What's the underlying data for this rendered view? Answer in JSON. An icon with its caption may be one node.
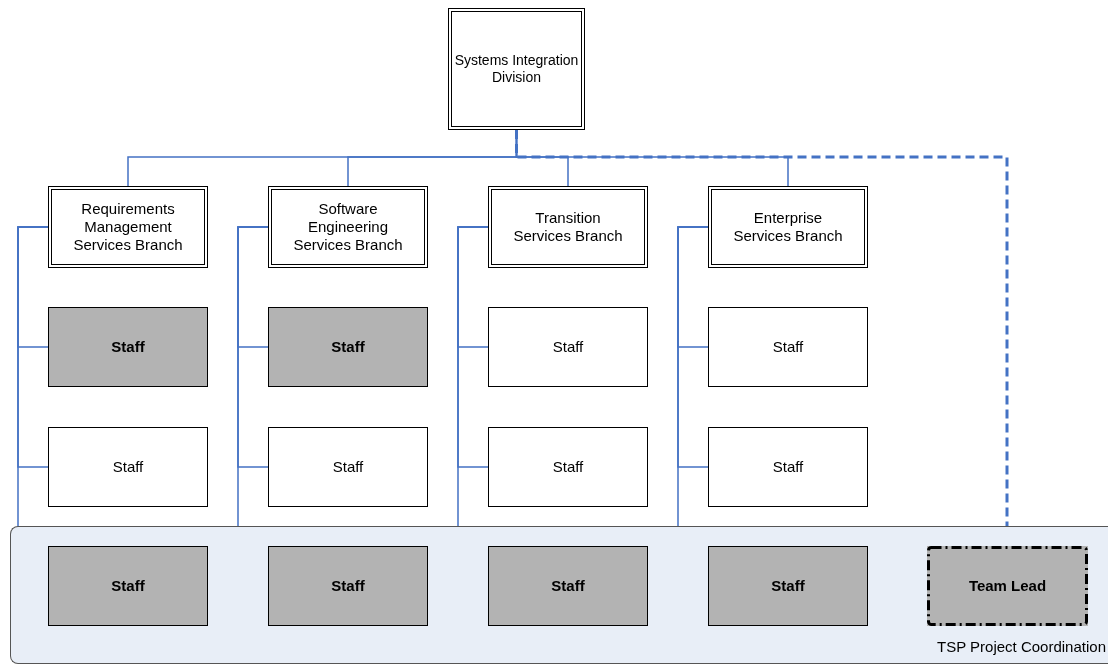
{
  "diagram": {
    "nodes": [
      {
        "text": [
          "Systems Integration Division"
        ]
      },
      {
        "text": [
          "Requirements Management Services Branch"
        ]
      },
      {
        "text": [
          "Software Engineering Services Branch"
        ]
      },
      {
        "text": [
          "Transition Services Branch"
        ]
      },
      {
        "text": [
          "Enterprise Services Branch"
        ]
      },
      {
        "text": [
          "Staff"
        ]
      },
      {
        "text": [
          "Staff"
        ]
      },
      {
        "text": [
          "Staff"
        ]
      },
      {
        "text": [
          "Staff"
        ]
      },
      {
        "text": [
          "Staff"
        ]
      },
      {
        "text": [
          "Staff"
        ]
      },
      {
        "text": [
          "Staff"
        ]
      },
      {
        "text": [
          "Staff"
        ]
      },
      {
        "text": [
          "TSP Project Coordination"
        ]
      },
      {
        "text": [
          "Staff"
        ],
        "in": 13
      },
      {
        "text": [
          "Staff"
        ],
        "in": 13
      },
      {
        "text": [
          "Staff"
        ],
        "in": 13
      },
      {
        "text": [
          "Staff"
        ],
        "in": 13
      },
      {
        "text": [
          "Team Lead"
        ],
        "in": 13
      }
    ],
    "edges": [
      {
        "from": 0,
        "to": 1,
        "arrow": "none"
      },
      {
        "from": 0,
        "to": 2,
        "arrow": "none"
      },
      {
        "from": 0,
        "to": 3,
        "arrow": "none"
      },
      {
        "from": 0,
        "to": 4,
        "arrow": "none"
      },
      {
        "from": 0,
        "to": 13,
        "arrow": "none",
        "style": "dashed"
      },
      {
        "from": 1,
        "to": 5,
        "arrow": "none"
      },
      {
        "from": 1,
        "to": 9,
        "arrow": "none"
      },
      {
        "from": 1,
        "to": 14,
        "arrow": "none"
      },
      {
        "from": 2,
        "to": 6,
        "arrow": "none"
      },
      {
        "from": 2,
        "to": 10,
        "arrow": "none"
      },
      {
        "from": 2,
        "to": 15,
        "arrow": "none"
      },
      {
        "from": 3,
        "to": 7,
        "arrow": "none"
      },
      {
        "from": 3,
        "to": 11,
        "arrow": "none"
      },
      {
        "from": 3,
        "to": 16,
        "arrow": "none"
      },
      {
        "from": 4,
        "to": 8,
        "arrow": "none"
      },
      {
        "from": 4,
        "to": 12,
        "arrow": "none"
      },
      {
        "from": 4,
        "to": 17,
        "arrow": "none"
      }
    ]
  }
}
